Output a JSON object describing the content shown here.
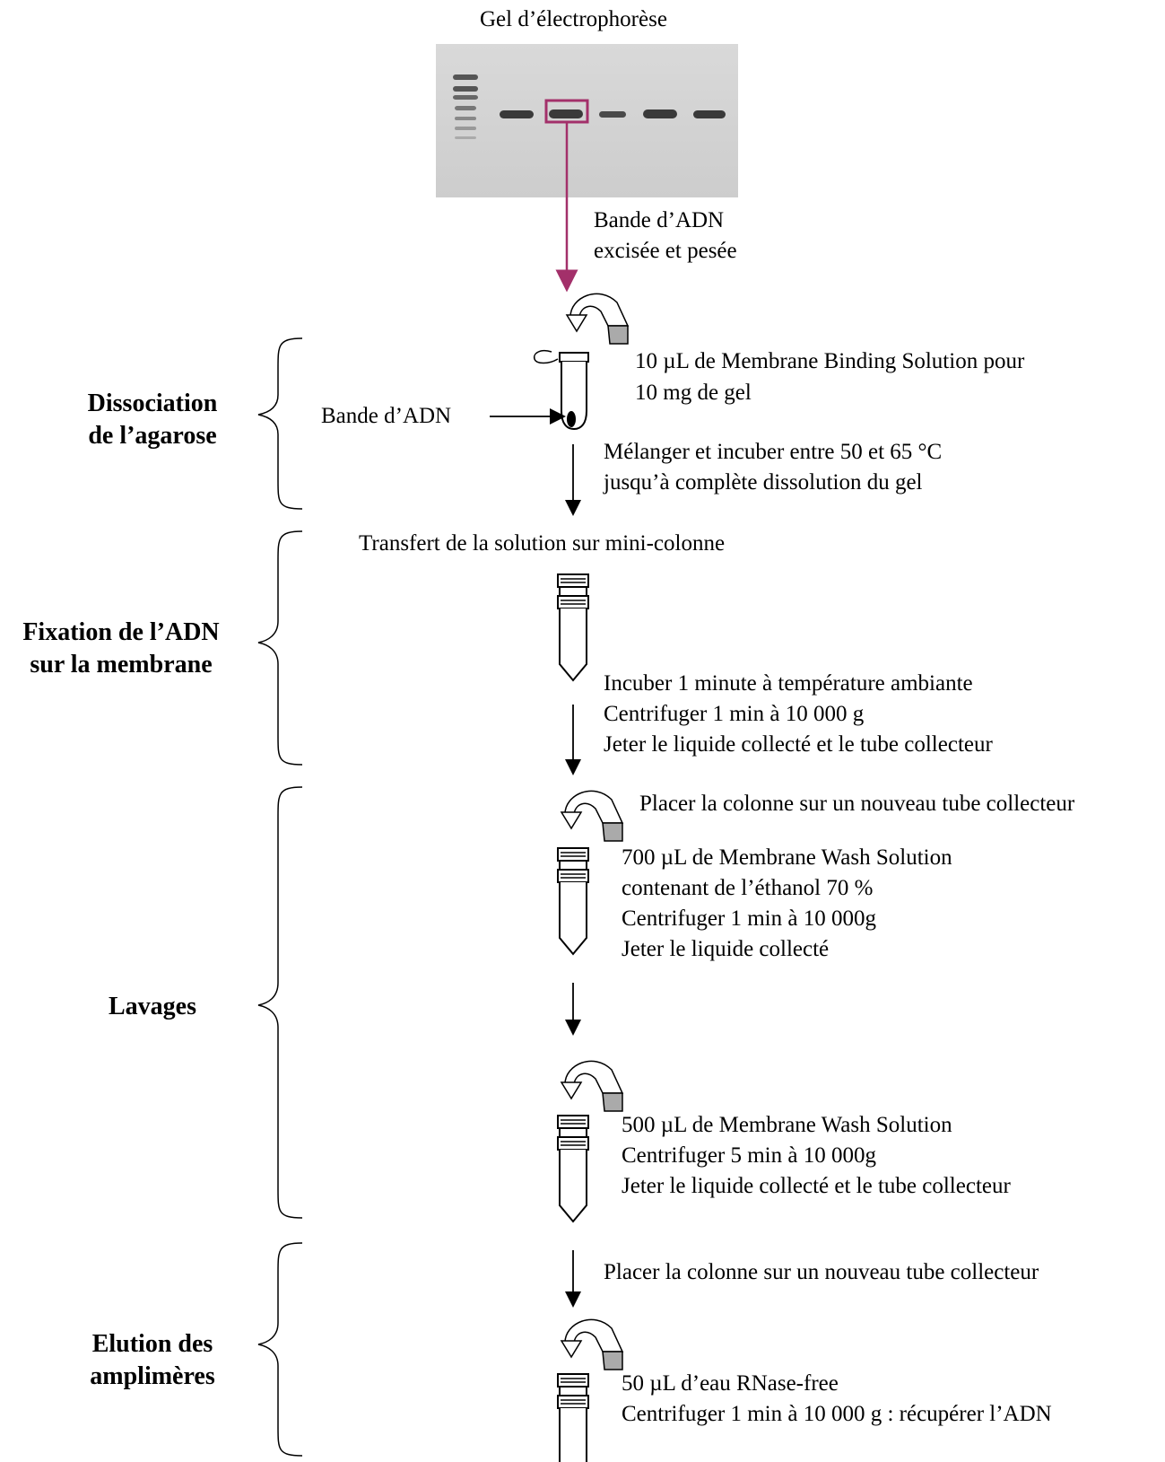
{
  "gel": {
    "title": "Gel d’électrophorèse",
    "background_color": "#d4d4d4",
    "band_color": "#3a3a3a",
    "highlight_color": "#a3306a"
  },
  "stages": [
    {
      "line1": "Dissociation",
      "line2": "de l’agarose"
    },
    {
      "line1": "Fixation de l’ADN",
      "line2": "sur la membrane"
    },
    {
      "line1": "Lavages",
      "line2": ""
    },
    {
      "line1": "Elution des",
      "line2": "amplimères"
    }
  ],
  "labels": {
    "band_excised_1": "Bande d’ADN",
    "band_excised_2": "excisée et pesée",
    "band_in_tube": "Bande d’ADN",
    "binding_1": "10 µL de Membrane Binding Solution pour",
    "binding_2": "10 mg de gel",
    "incubate_1": "Mélanger et incuber entre 50 et 65 °C",
    "incubate_2": "jusqu’à complète dissolution du gel",
    "transfer": "Transfert de la solution sur mini-colonne",
    "fix_1": "Incuber 1 minute à température ambiante",
    "fix_2": "Centrifuger 1 min à 10 000 g",
    "fix_3": "Jeter le liquide collecté et le tube collecteur",
    "new_tube_1": "Placer la colonne sur un nouveau tube collecteur",
    "wash1_1": "700 µL de Membrane Wash Solution",
    "wash1_2": "contenant de l’éthanol 70 %",
    "wash1_3": "Centrifuger 1 min à 10 000g",
    "wash1_4": "Jeter le liquide collecté",
    "wash2_1": "500 µL de Membrane Wash Solution",
    "wash2_2": "Centrifuger 5 min à 10 000g",
    "wash2_3": "Jeter le liquide collecté et le tube collecteur",
    "new_tube_2": "Placer la colonne sur un nouveau tube collecteur",
    "elution_1": "50 µL d’eau RNase-free",
    "elution_2": "Centrifuger 1 min à 10 000 g : récupérer l’ADN"
  }
}
